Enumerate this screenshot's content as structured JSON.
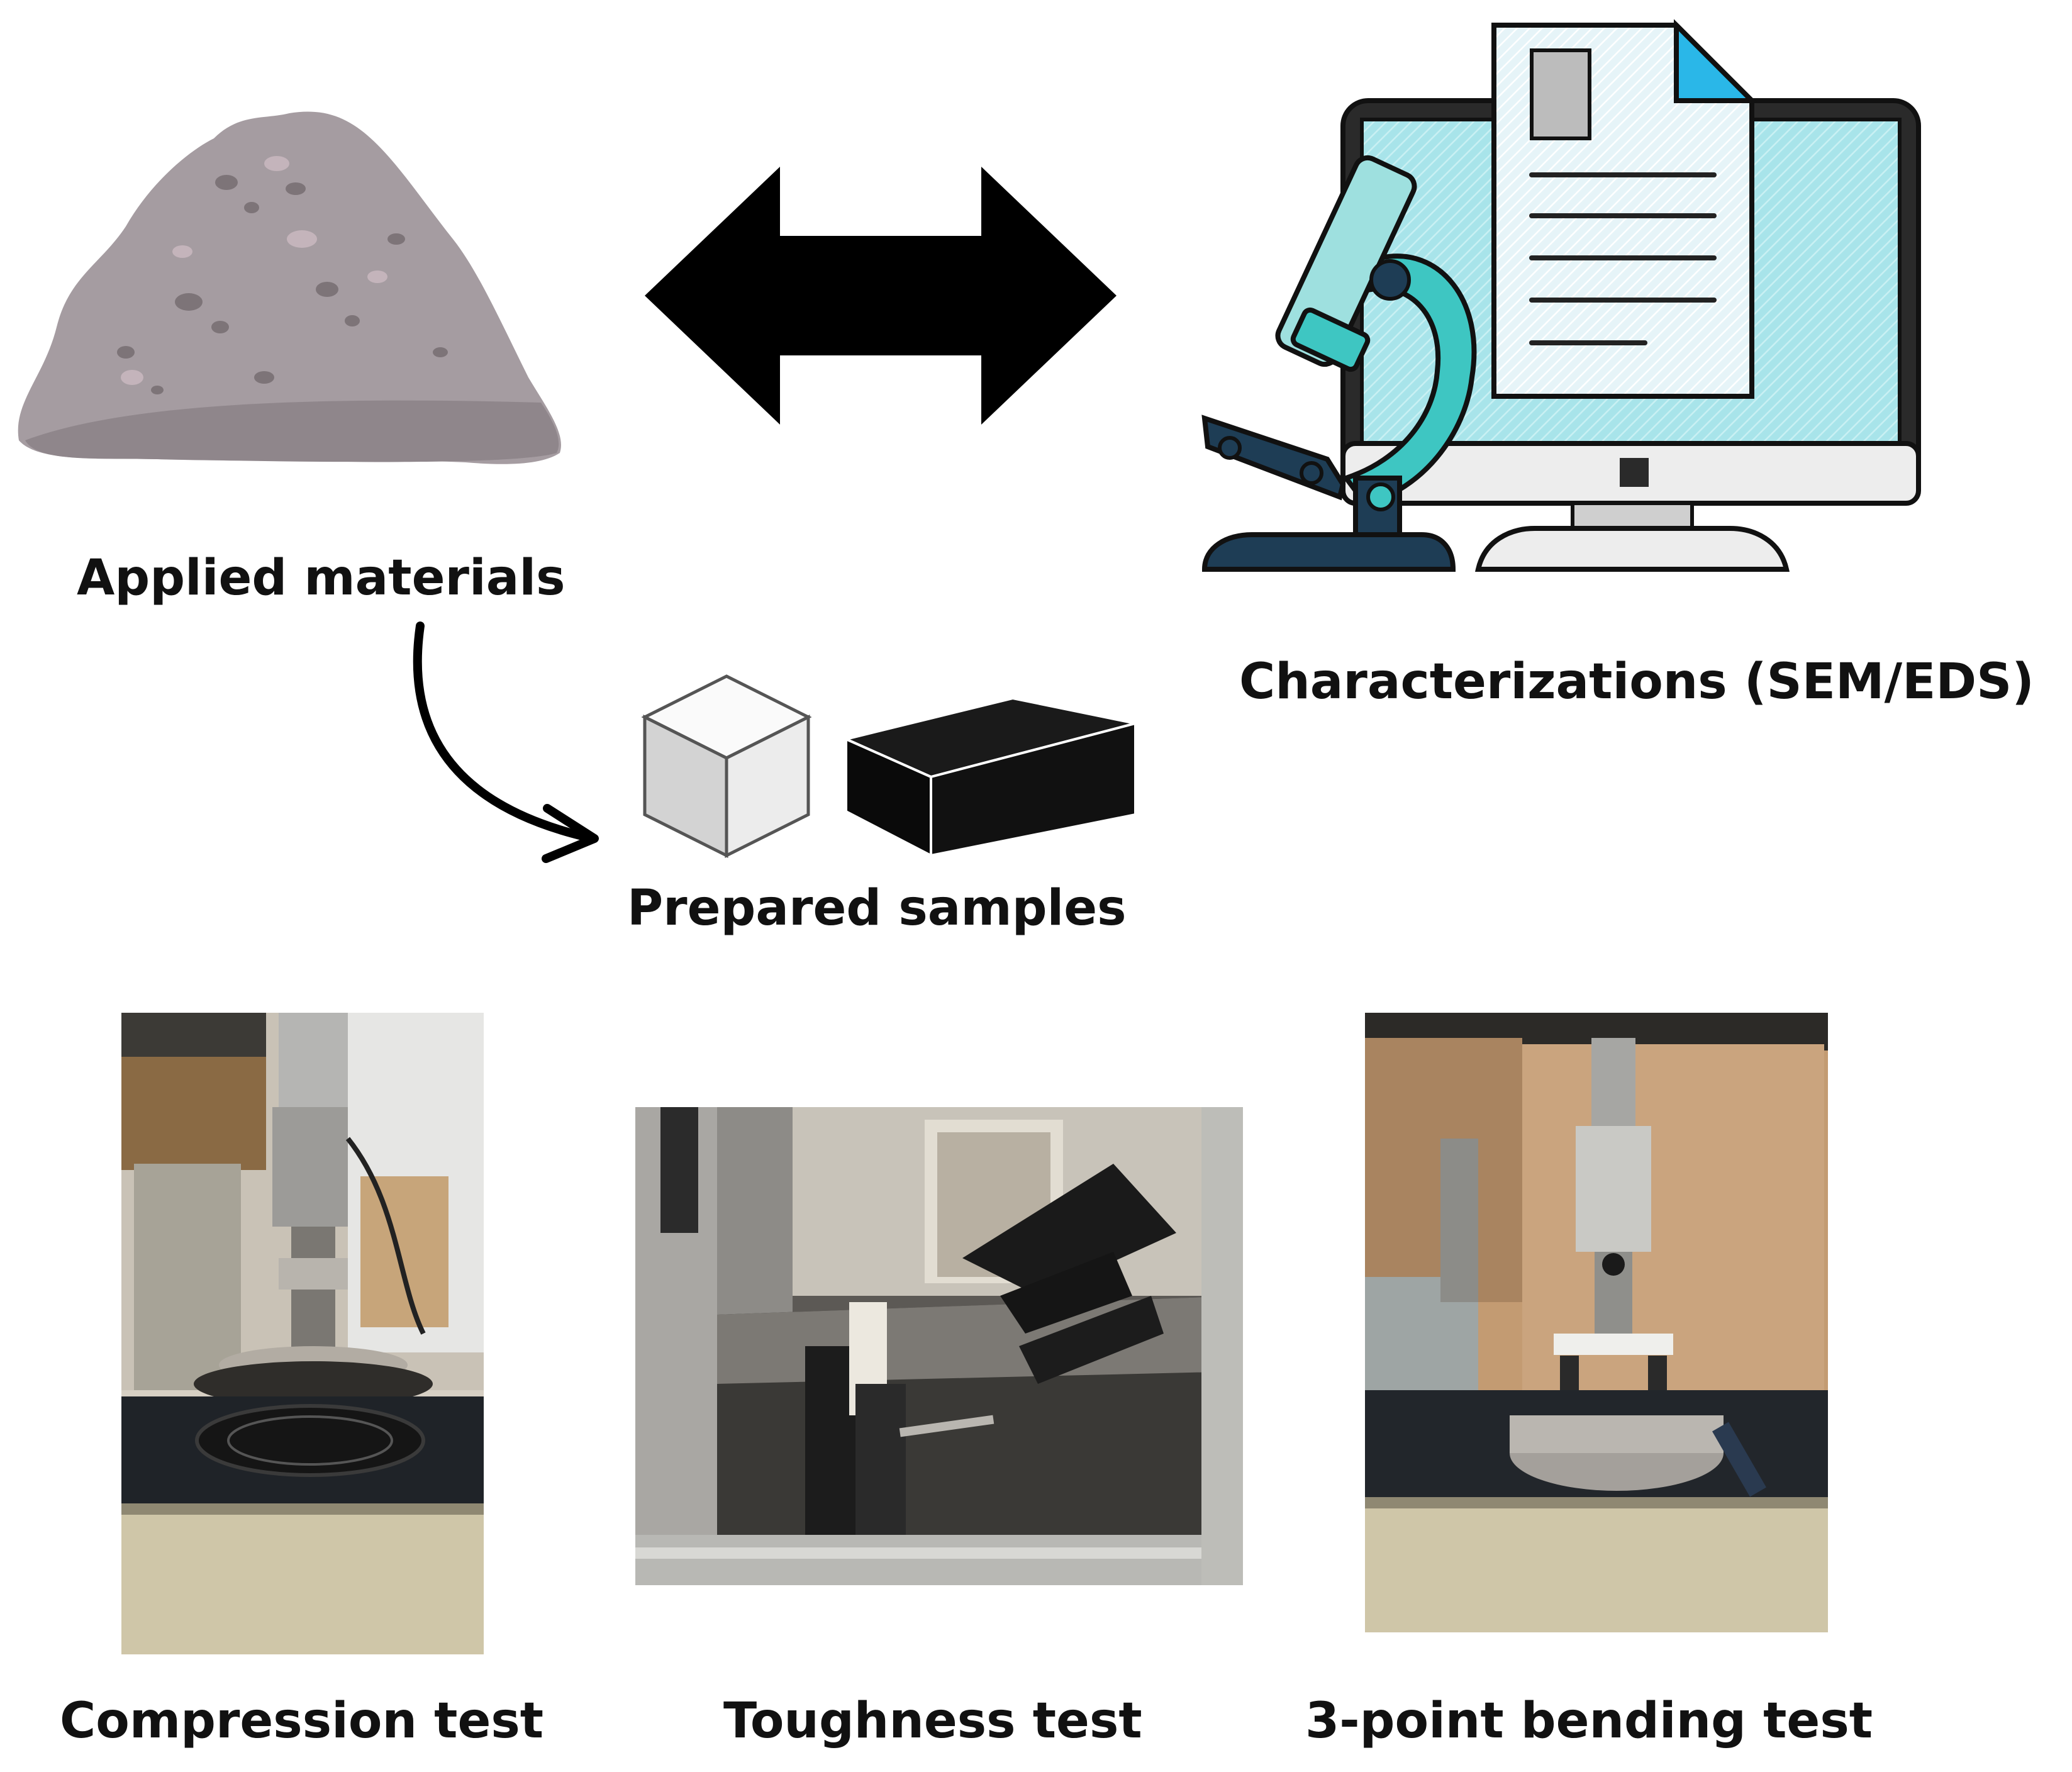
{
  "labels": {
    "applied_materials": "Applied materials",
    "characterizations": "Characterizations (SEM/EDS)",
    "prepared_samples": "Prepared samples",
    "compression_test": "Compression test",
    "toughness_test": "Toughness test",
    "bending_test": "3-point bending test"
  },
  "colors": {
    "arrow": "#000000",
    "powder": "#9b9296",
    "screen": "#9fe0e6",
    "microscope_teal": "#3ec6c2",
    "microscope_dark": "#1e3d55",
    "cube_light": "#e9e9e9",
    "block_dark": "#111111"
  },
  "icons": [
    "double-arrow-icon",
    "curved-arrow-icon",
    "powder-pile-icon",
    "monitor-icon",
    "document-icon",
    "microscope-icon",
    "cube-icon",
    "block-icon"
  ]
}
